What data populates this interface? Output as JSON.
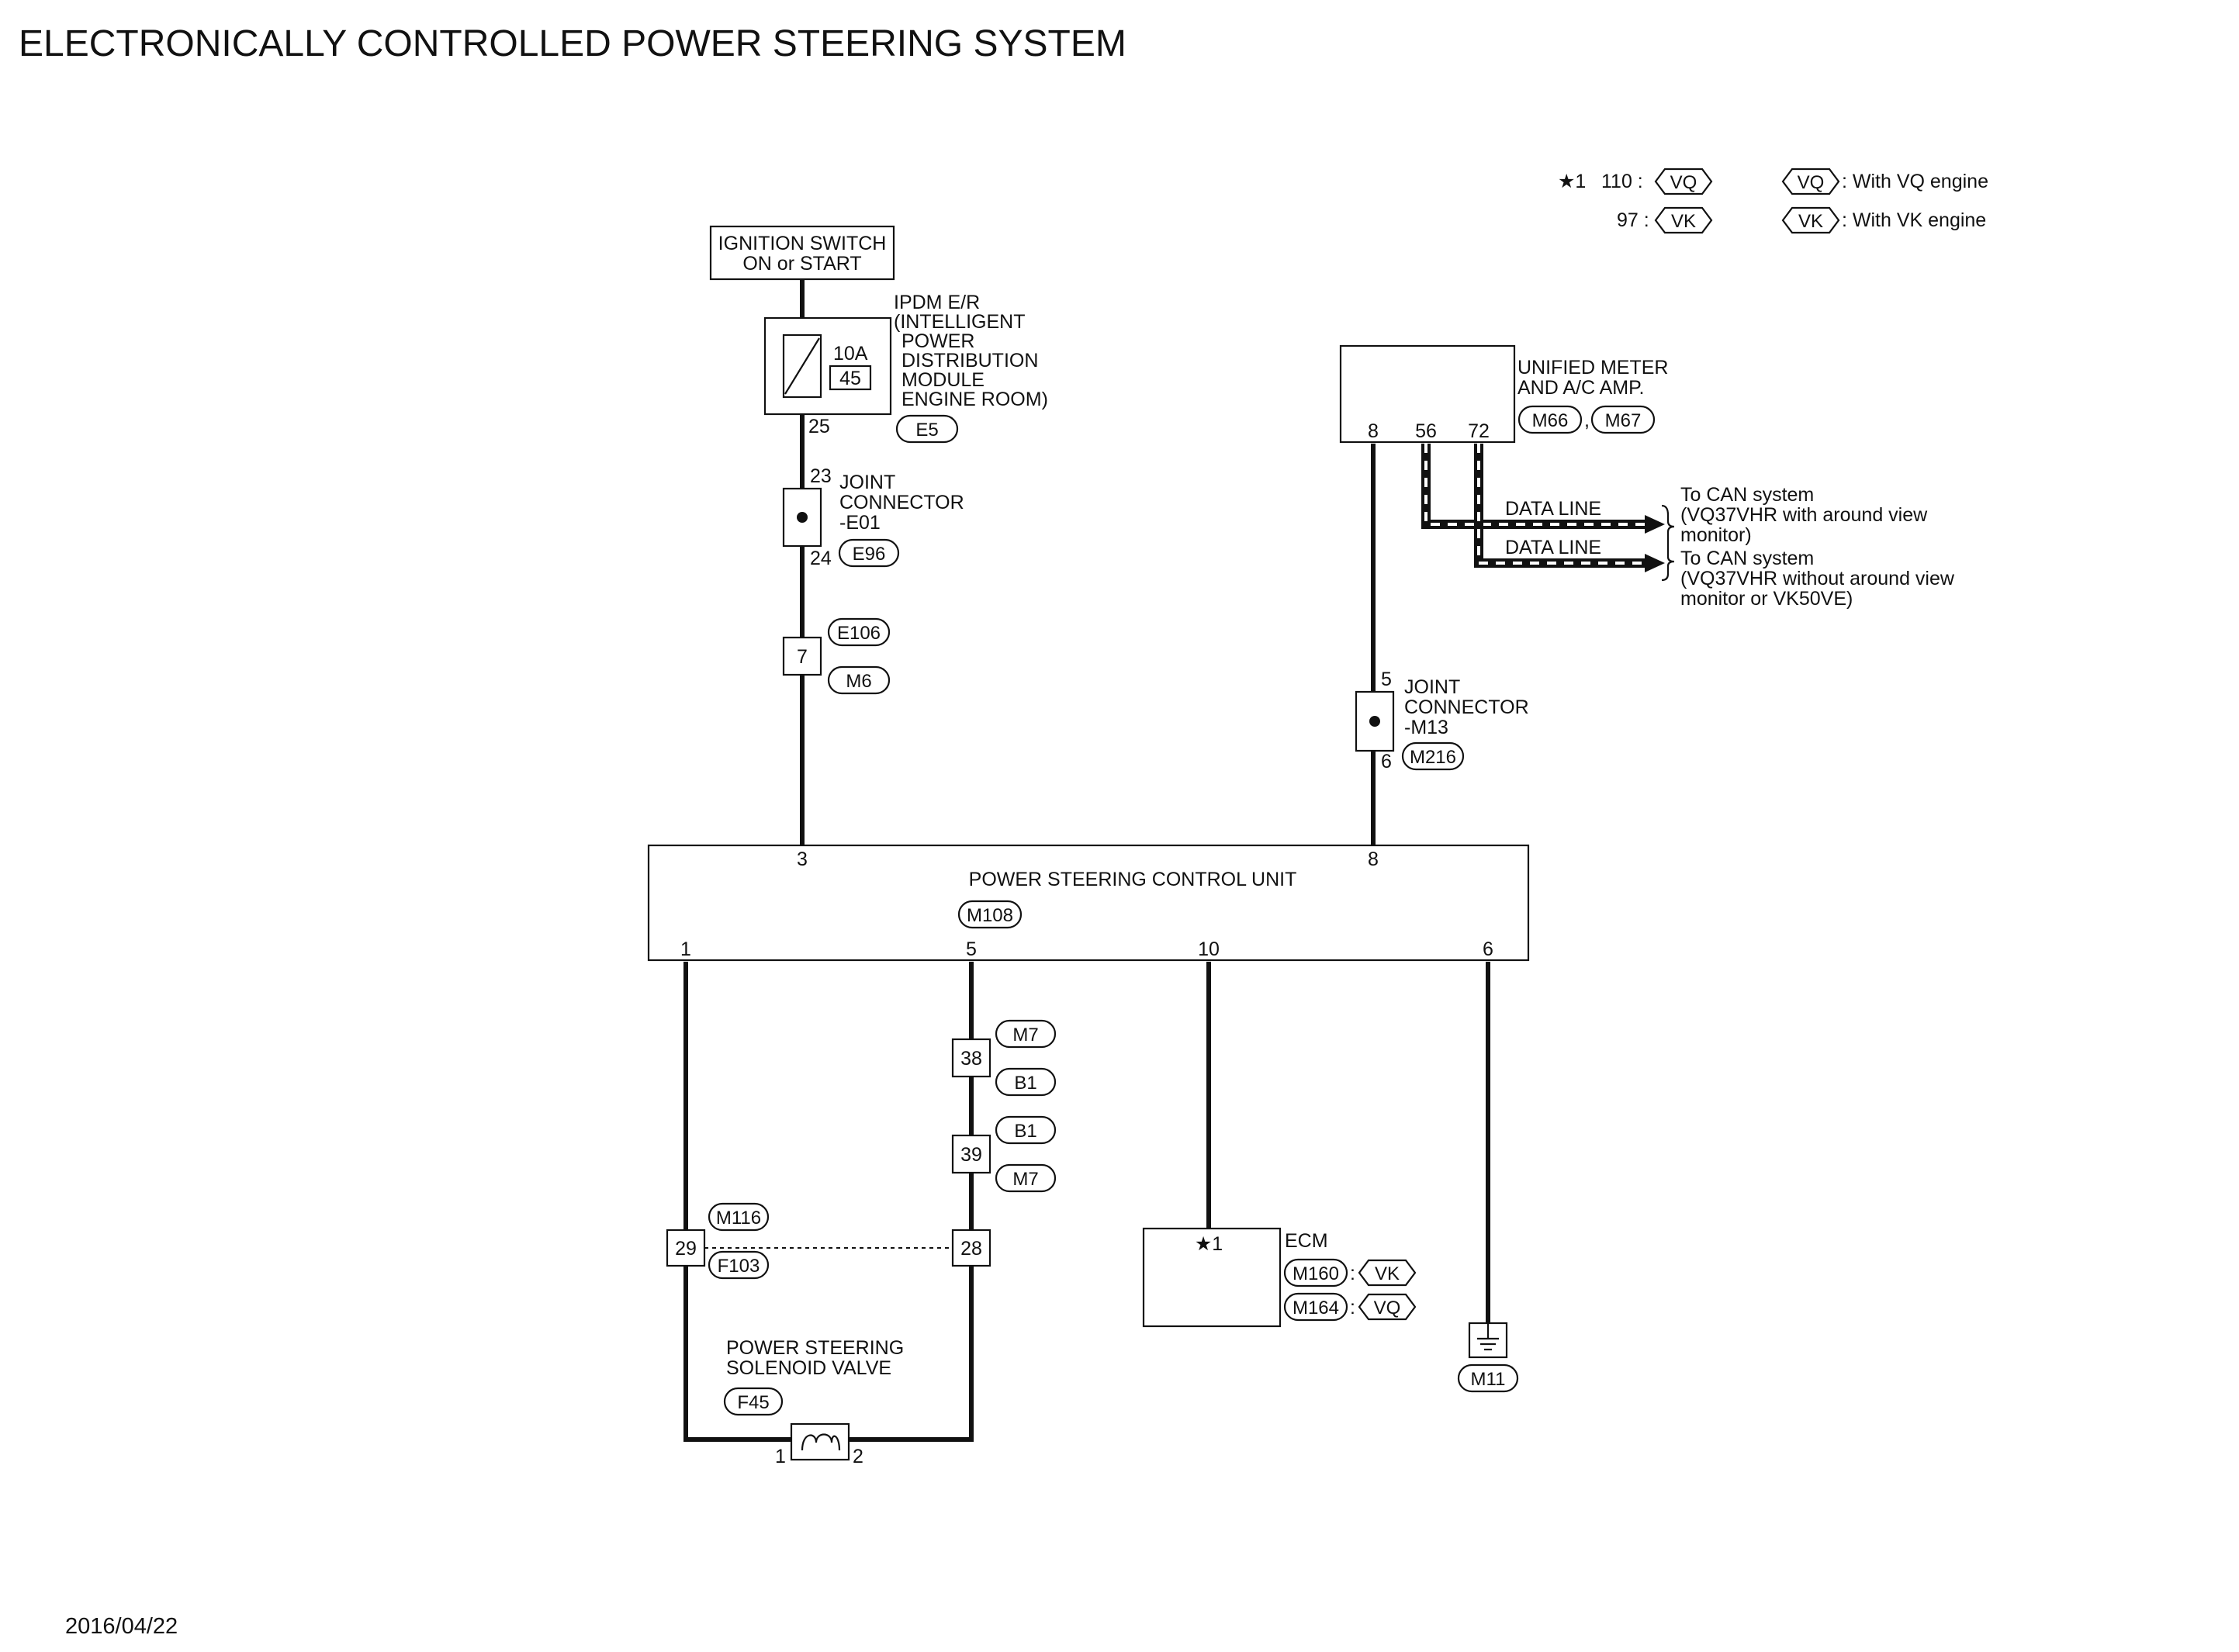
{
  "title": "ELECTRONICALLY CONTROLLED POWER STEERING SYSTEM",
  "date": "2016/04/22",
  "legend": {
    "star_mark": "★1",
    "vq_pin": "110 :",
    "vk_pin": "97 :",
    "vq_code": "VQ",
    "vk_code": "VK",
    "vq_desc": ": With VQ engine",
    "vk_desc": ": With VK engine"
  },
  "ignition": {
    "line1": "IGNITION SWITCH",
    "line2": "ON or START"
  },
  "ipdm": {
    "lines": [
      "IPDM E/R",
      "(INTELLIGENT",
      "POWER",
      "DISTRIBUTION",
      "MODULE",
      "ENGINE ROOM)"
    ],
    "fuse_amp": "10A",
    "fuse_no": "45",
    "pin": "25",
    "connector": "E5"
  },
  "joint_e01": {
    "lines": [
      "JOINT",
      "CONNECTOR",
      "-E01"
    ],
    "pin_top": "23",
    "pin_bottom": "24",
    "connector": "E96"
  },
  "inline_7": {
    "pin": "7",
    "connector_top": "E106",
    "connector_bottom": "M6"
  },
  "meter": {
    "lines": [
      "UNIFIED METER",
      "AND A/C AMP."
    ],
    "pins": [
      "8",
      "56",
      "72"
    ],
    "connector1": "M66",
    "comma": ",",
    "connector2": "M67"
  },
  "data_lines": {
    "label1": "DATA LINE",
    "label2": "DATA LINE",
    "can1": [
      "To CAN system",
      "(VQ37VHR with around view",
      "monitor)"
    ],
    "can2": [
      "To CAN system",
      "(VQ37VHR without around view",
      "monitor or VK50VE)"
    ]
  },
  "joint_m13": {
    "lines": [
      "JOINT",
      "CONNECTOR",
      "-M13"
    ],
    "pin_top": "5",
    "pin_bottom": "6",
    "connector": "M216"
  },
  "pscu": {
    "name": "POWER STEERING CONTROL UNIT",
    "connector": "M108",
    "pin_top_left": "3",
    "pin_top_right": "8",
    "pins_bottom": [
      "1",
      "5",
      "10",
      "6"
    ]
  },
  "inline_38": {
    "pin": "38",
    "connector_top": "M7",
    "connector_bottom": "B1"
  },
  "inline_39": {
    "pin": "39",
    "connector_top": "B1",
    "connector_bottom": "M7"
  },
  "inline_29": {
    "pin": "29",
    "connector_top": "M116",
    "connector_bottom": "F103"
  },
  "inline_28": {
    "pin": "28"
  },
  "ecm": {
    "name": "ECM",
    "mark": "★1",
    "connector1": "M160",
    "code1": "VK",
    "connector2": "M164",
    "code2": "VQ",
    "sep": ":"
  },
  "ground": {
    "connector": "M11"
  },
  "solenoid": {
    "lines": [
      "POWER STEERING",
      "SOLENOID VALVE"
    ],
    "connector": "F45",
    "pin_left": "1",
    "pin_right": "2"
  }
}
